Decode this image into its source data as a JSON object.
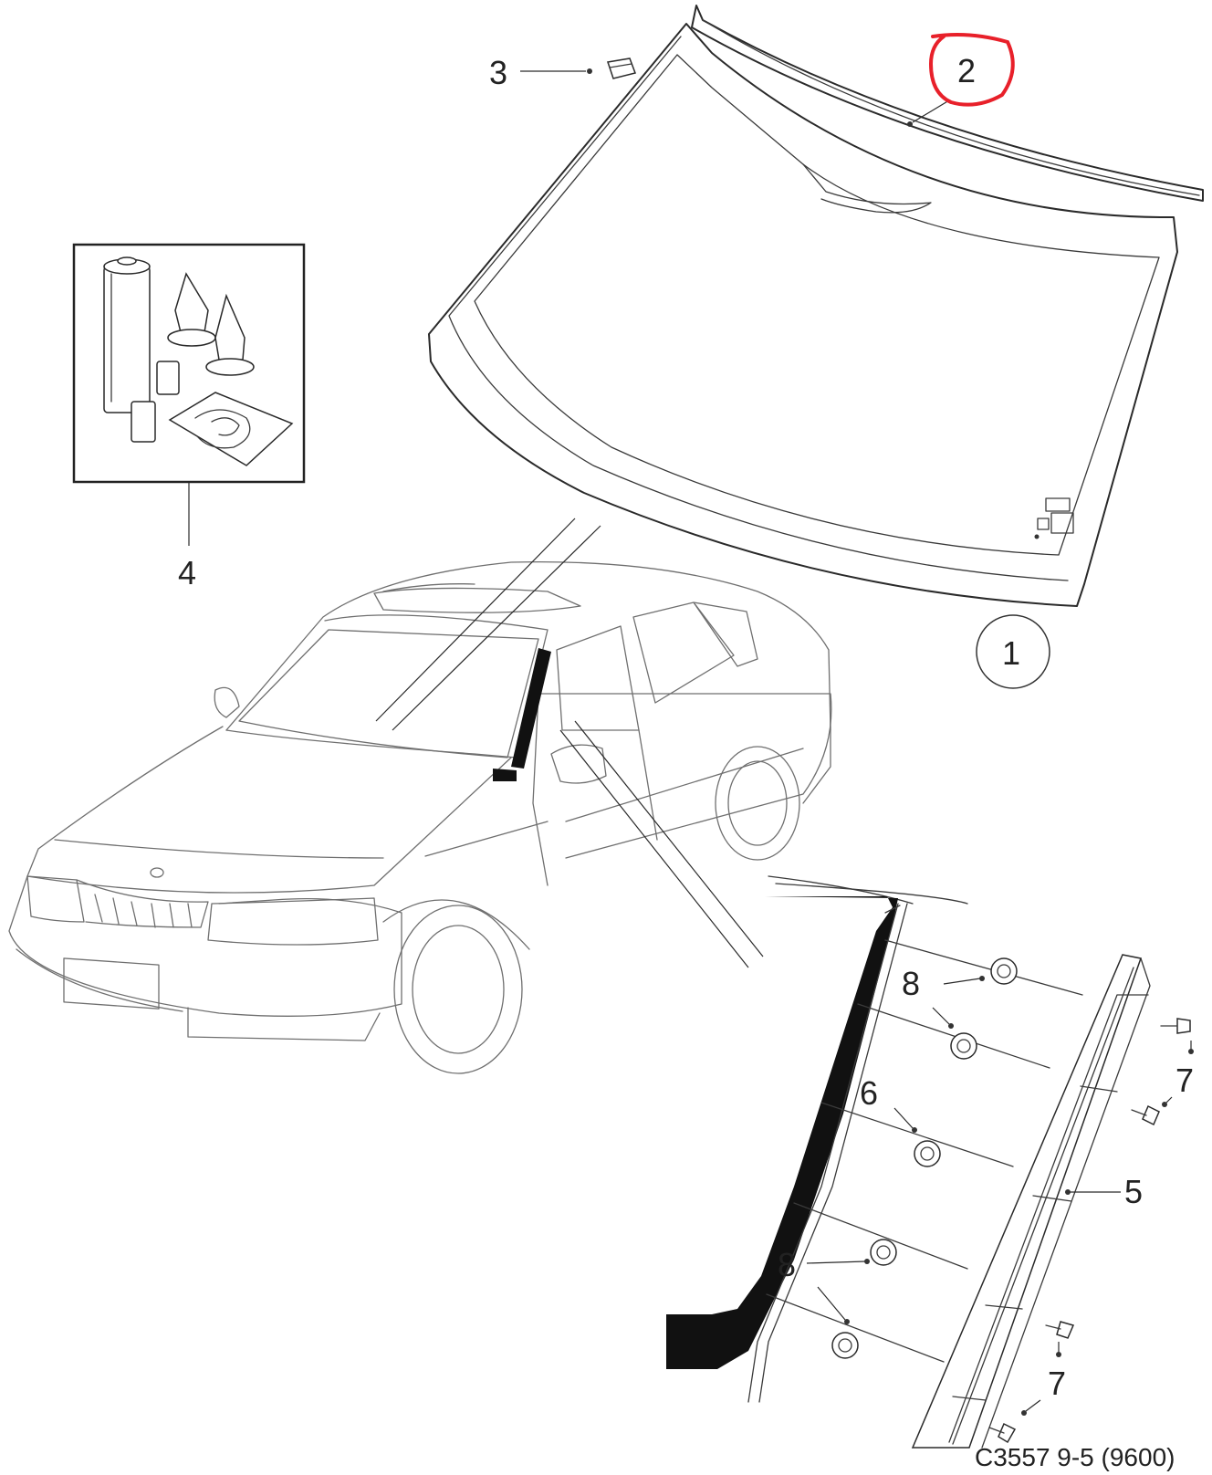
{
  "callouts": {
    "windshield": "1",
    "sealing_strip": "2",
    "mirror_bracket": "3",
    "repair_kit": "4",
    "pillar_trim": "5",
    "clip_mid": "6",
    "screw_upper": "7",
    "screw_lower": "7",
    "clip_upper": "8",
    "clip_lower": "8"
  },
  "caption": "C3557 9-5 (9600)",
  "highlight": {
    "target": "2",
    "color": "#e8202a"
  },
  "colors": {
    "line": "#2a2a2a",
    "car_outline": "#6f6f6f",
    "pillar_fill": "#111111"
  }
}
